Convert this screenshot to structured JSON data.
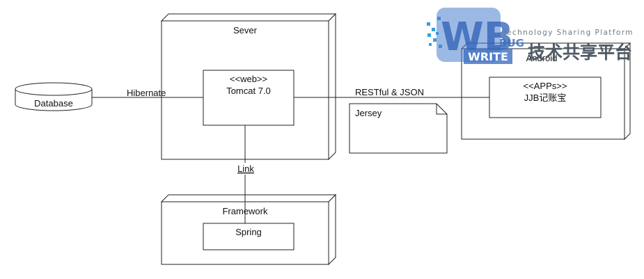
{
  "diagram": {
    "nodes": {
      "database": "Database",
      "server": "Sever",
      "tomcat_stereotype": "<<web>>",
      "tomcat_name": "Tomcat 7.0",
      "framework": "Framework",
      "spring": "Spring",
      "android": "Android",
      "app_stereotype": "<<APPs>>",
      "app_name": "JJB记账宝"
    },
    "connectors": {
      "hibernate": "Hibernate",
      "restful": "RESTful & JSON",
      "link": "Link"
    },
    "note": "Jersey"
  },
  "watermark": {
    "logo_big": "WB",
    "logo_bug": "BUG",
    "logo_write": "WRITE",
    "tagline": "Technology Sharing Platform",
    "cn_title": "技术共享平台"
  },
  "colors": {
    "line": "#222222",
    "node_fill": "#ffffff",
    "watermark_blue": "#3f6fc0",
    "watermark_gray": "#4e5a66"
  }
}
